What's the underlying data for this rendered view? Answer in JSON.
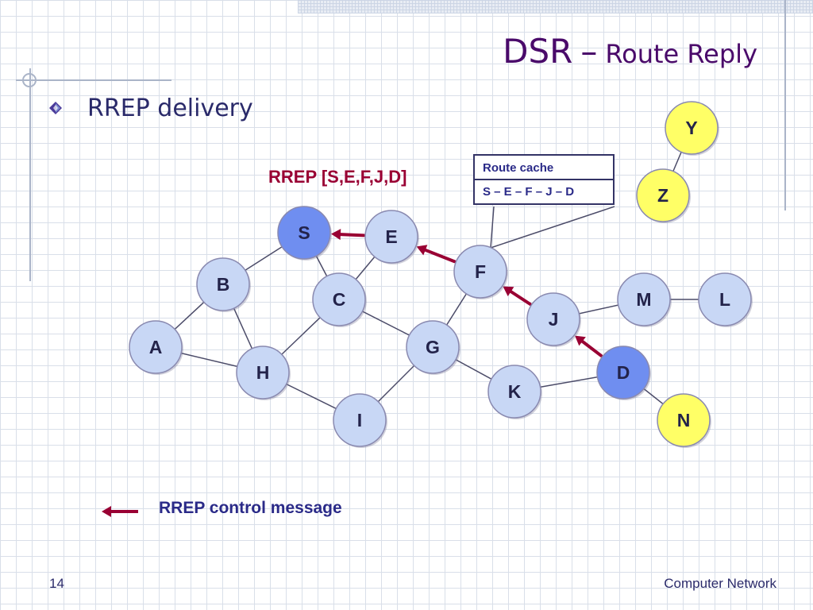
{
  "slide": {
    "title": "DSR",
    "title_separator": "–",
    "subtitle": "Route Reply",
    "bullet": "RREP delivery",
    "slide_number": "14",
    "footer": "Computer Network"
  },
  "diagram": {
    "rrep_label": "RREP [S,E,F,J,D]",
    "route_cache": {
      "header": "Route cache",
      "entry": "S – E – F – J – D"
    },
    "colors": {
      "node_default": "#c8d7f5",
      "node_endpoint": "#6f8ef0",
      "node_highlight": "#ffff66",
      "arrow": "#990033",
      "edge": "#4b4b68"
    },
    "nodes": [
      {
        "id": "S",
        "label": "S",
        "role": "endpoint"
      },
      {
        "id": "E",
        "label": "E",
        "role": "default"
      },
      {
        "id": "F",
        "label": "F",
        "role": "default"
      },
      {
        "id": "B",
        "label": "B",
        "role": "default"
      },
      {
        "id": "C",
        "label": "C",
        "role": "default"
      },
      {
        "id": "J",
        "label": "J",
        "role": "default"
      },
      {
        "id": "M",
        "label": "M",
        "role": "default"
      },
      {
        "id": "L",
        "label": "L",
        "role": "default"
      },
      {
        "id": "A",
        "label": "A",
        "role": "default"
      },
      {
        "id": "G",
        "label": "G",
        "role": "default"
      },
      {
        "id": "H",
        "label": "H",
        "role": "default"
      },
      {
        "id": "D",
        "label": "D",
        "role": "endpoint"
      },
      {
        "id": "K",
        "label": "K",
        "role": "default"
      },
      {
        "id": "I",
        "label": "I",
        "role": "default"
      },
      {
        "id": "N",
        "label": "N",
        "role": "highlight"
      },
      {
        "id": "Y",
        "label": "Y",
        "role": "highlight"
      },
      {
        "id": "Z",
        "label": "Z",
        "role": "highlight"
      }
    ],
    "edges": [
      [
        "S",
        "B"
      ],
      [
        "S",
        "C"
      ],
      [
        "E",
        "C"
      ],
      [
        "B",
        "A"
      ],
      [
        "B",
        "H"
      ],
      [
        "A",
        "H"
      ],
      [
        "H",
        "C"
      ],
      [
        "C",
        "G"
      ],
      [
        "H",
        "I"
      ],
      [
        "I",
        "G"
      ],
      [
        "G",
        "F"
      ],
      [
        "G",
        "K"
      ],
      [
        "K",
        "D"
      ],
      [
        "D",
        "N"
      ],
      [
        "J",
        "M"
      ],
      [
        "M",
        "L"
      ],
      [
        "Y",
        "Z"
      ]
    ],
    "rrep_hops": [
      {
        "from": "D",
        "to": "J"
      },
      {
        "from": "J",
        "to": "F"
      },
      {
        "from": "F",
        "to": "E"
      },
      {
        "from": "E",
        "to": "S"
      }
    ]
  },
  "legend": {
    "label": "RREP control message"
  }
}
